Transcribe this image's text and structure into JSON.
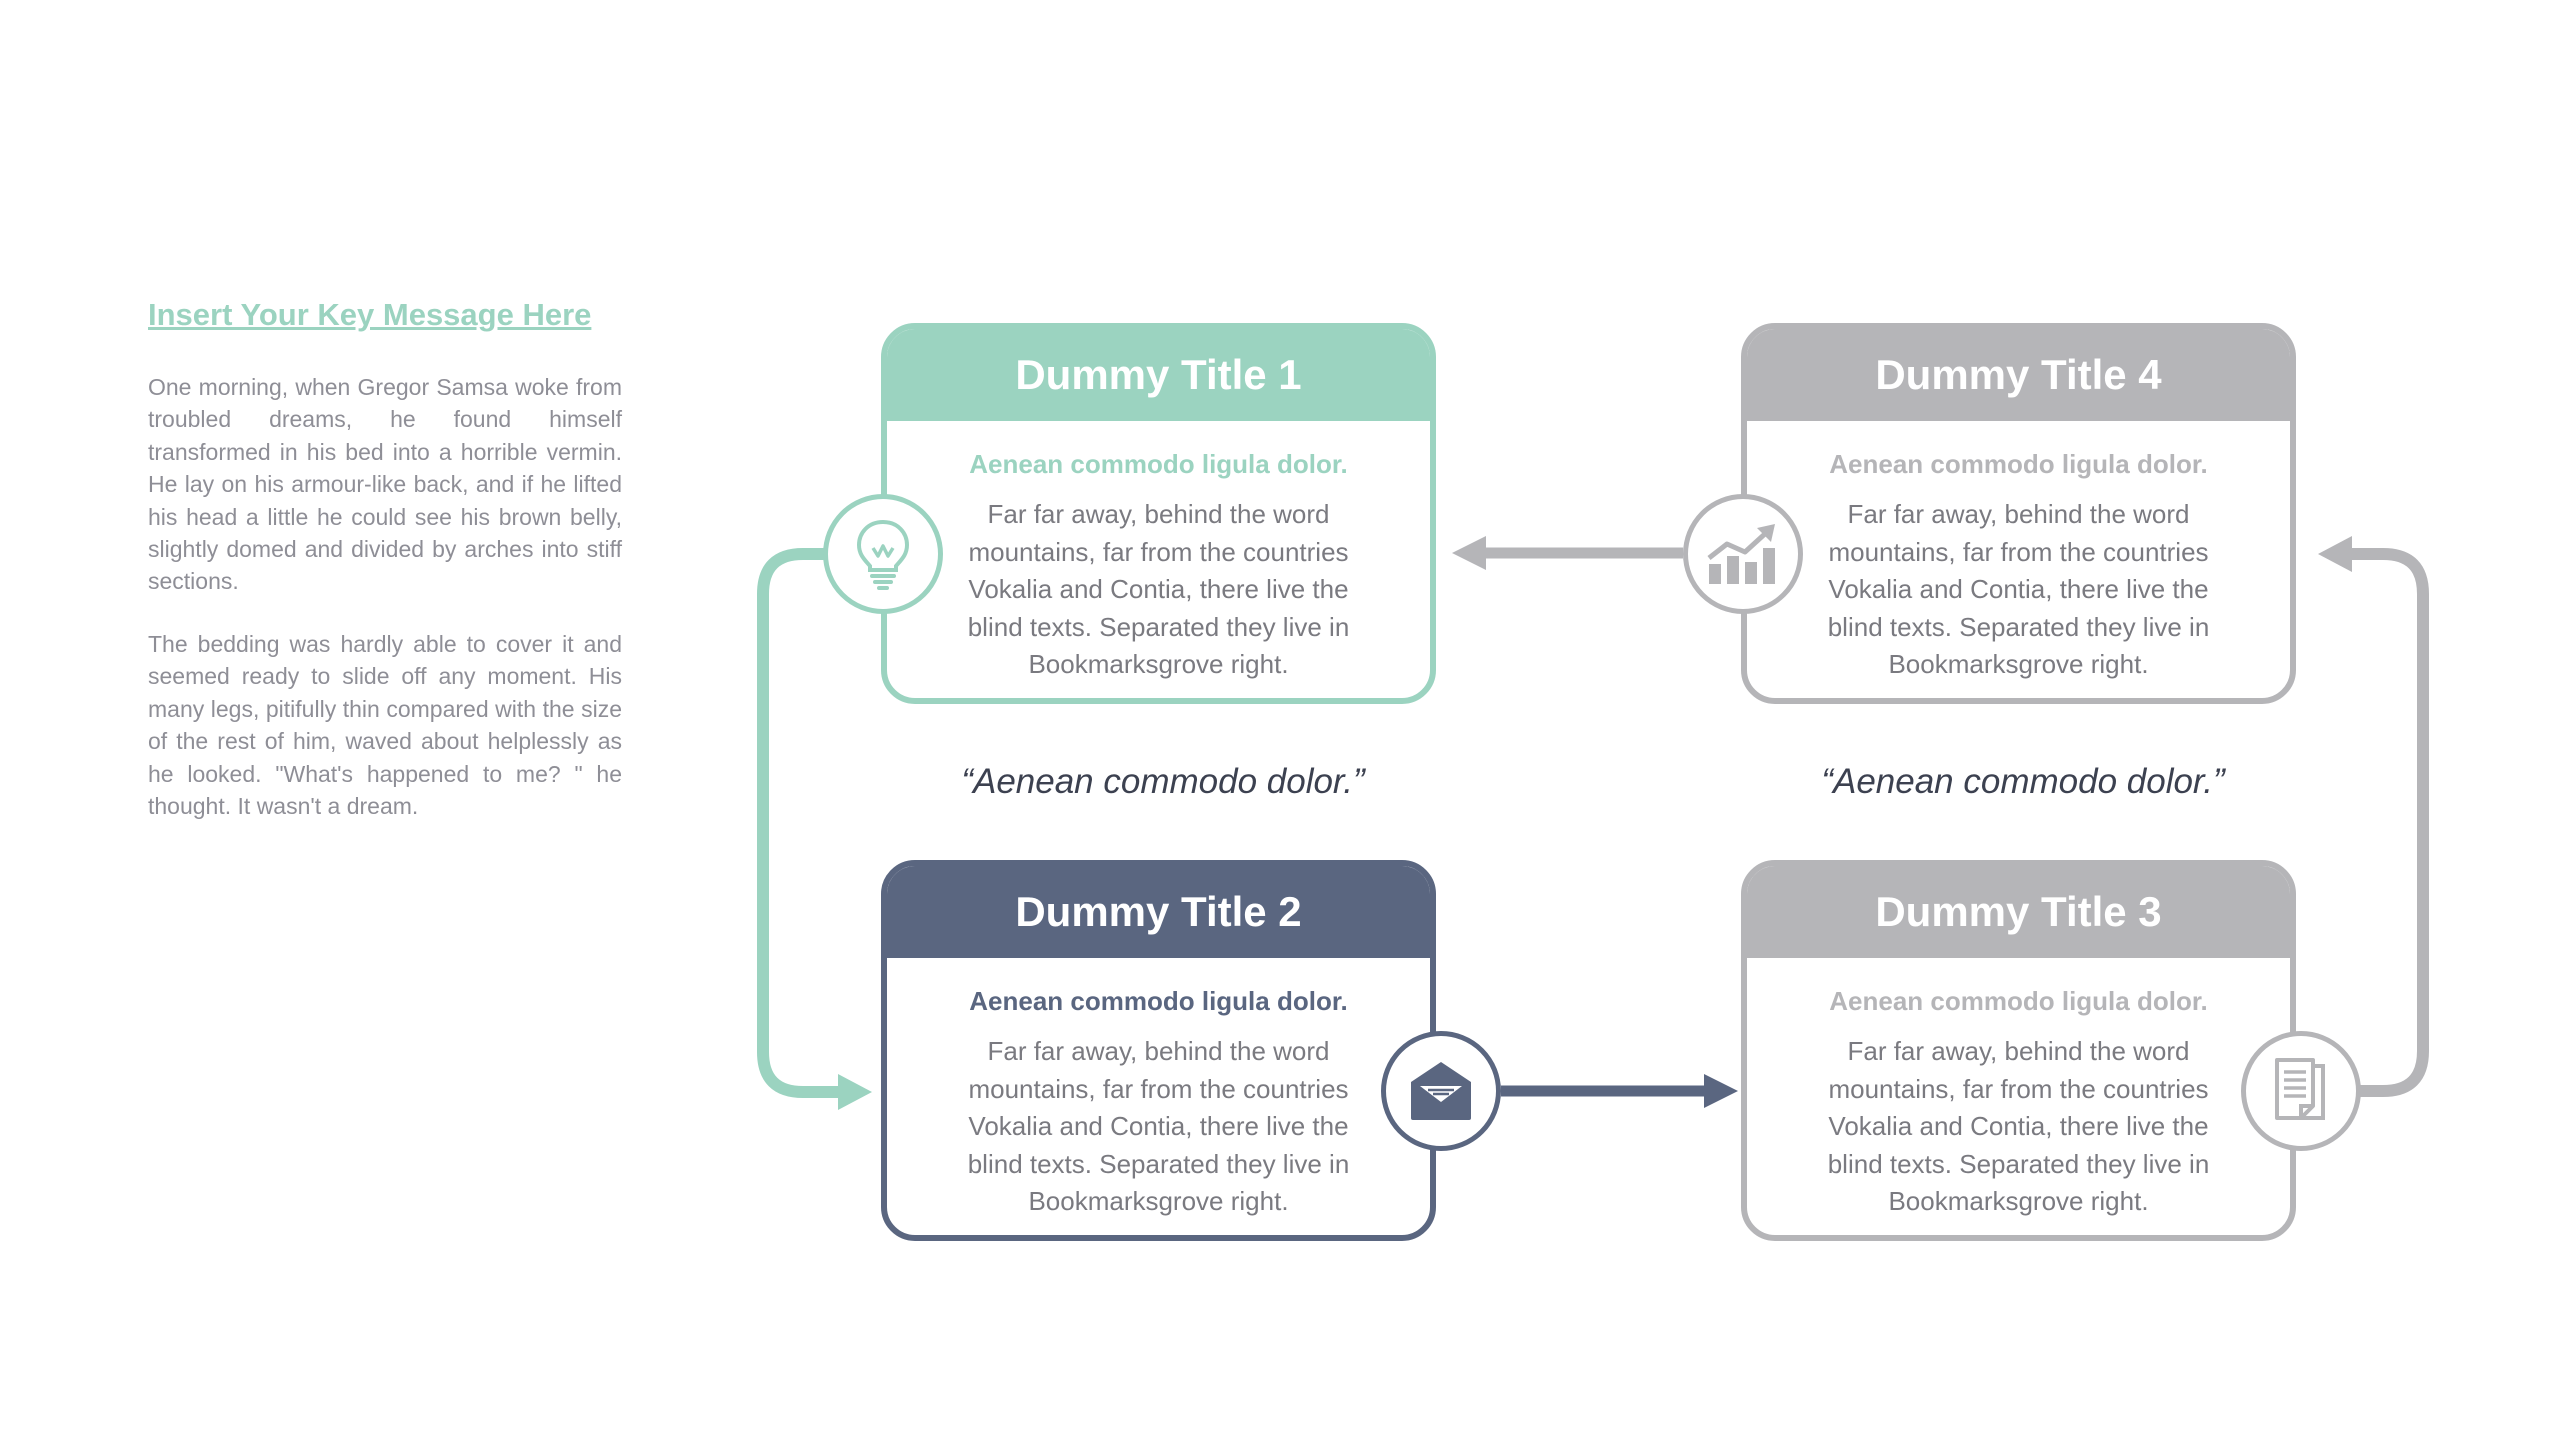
{
  "sidebar": {
    "key_message": "Insert Your Key Message Here",
    "paragraph_1": "One morning, when Gregor Samsa woke from troubled dreams, he found himself transformed in his bed into a horrible vermin. He lay on his armour-like back, and if he lifted his head a little he could see his brown belly, slightly domed and divided by arches into stiff sections.",
    "paragraph_2": "The bedding was hardly able to cover it and seemed ready to slide off any moment. His many legs, pitifully thin compared with the size of the rest of him, waved about helplessly as he looked. \"What's happened to me? \" he thought. It wasn't a dream."
  },
  "boxes": [
    {
      "title": "Dummy Title 1",
      "subtitle": "Aenean commodo ligula dolor.",
      "body": "Far far away, behind the word mountains, far from the countries Vokalia and Contia, there live the blind texts. Separated they live in Bookmarksgrove right.",
      "icon": "lightbulb-icon",
      "color": "#9bd3c0"
    },
    {
      "title": "Dummy Title 2",
      "subtitle": "Aenean commodo ligula dolor.",
      "body": "Far far away, behind the word mountains, far from the countries Vokalia and Contia, there live the blind texts. Separated they live in Bookmarksgrove right.",
      "icon": "envelope-icon",
      "color": "#5a6680"
    },
    {
      "title": "Dummy Title 3",
      "subtitle": "Aenean commodo ligula dolor.",
      "body": "Far far away, behind the word mountains, far from the countries Vokalia and Contia, there live the blind texts. Separated they live in Bookmarksgrove right.",
      "icon": "document-icon",
      "color": "#b5b5b8"
    },
    {
      "title": "Dummy Title 4",
      "subtitle": "Aenean commodo ligula dolor.",
      "body": "Far far away, behind the word mountains, far from the countries Vokalia and Contia, there live the blind texts. Separated they live in Bookmarksgrove right.",
      "icon": "growth-chart-icon",
      "color": "#b5b5b8"
    }
  ],
  "quotes": [
    "“Aenean commodo dolor.”",
    "“Aenean commodo dolor.”"
  ],
  "colors": {
    "mint": "#9bd3c0",
    "slate": "#5a6680",
    "gray": "#b5b5b8",
    "body_text": "#7a7a80"
  }
}
